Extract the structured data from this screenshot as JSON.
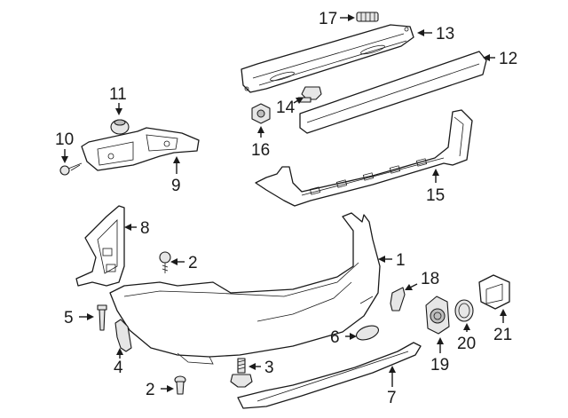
{
  "callouts": [
    {
      "id": "1",
      "label": "1"
    },
    {
      "id": "2a",
      "label": "2"
    },
    {
      "id": "2b",
      "label": "2"
    },
    {
      "id": "3",
      "label": "3"
    },
    {
      "id": "4",
      "label": "4"
    },
    {
      "id": "5",
      "label": "5"
    },
    {
      "id": "6",
      "label": "6"
    },
    {
      "id": "7",
      "label": "7"
    },
    {
      "id": "8",
      "label": "8"
    },
    {
      "id": "9",
      "label": "9"
    },
    {
      "id": "10",
      "label": "10"
    },
    {
      "id": "11",
      "label": "11"
    },
    {
      "id": "12",
      "label": "12"
    },
    {
      "id": "13",
      "label": "13"
    },
    {
      "id": "14",
      "label": "14"
    },
    {
      "id": "15",
      "label": "15"
    },
    {
      "id": "16",
      "label": "16"
    },
    {
      "id": "17",
      "label": "17"
    },
    {
      "id": "18",
      "label": "18"
    },
    {
      "id": "19",
      "label": "19"
    },
    {
      "id": "20",
      "label": "20"
    },
    {
      "id": "21",
      "label": "21"
    }
  ]
}
